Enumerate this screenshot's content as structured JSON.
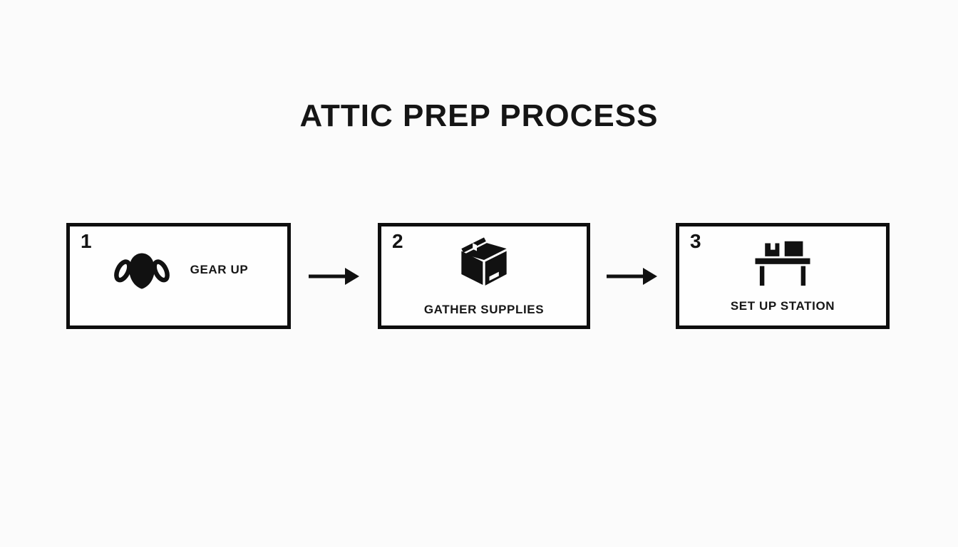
{
  "page": {
    "background_color": "#fbfbfb",
    "ink_color": "#111111"
  },
  "title": "ATTIC PREP PROCESS",
  "steps": [
    {
      "number": "1",
      "label": "GEAR UP",
      "icon": "face-mask-icon"
    },
    {
      "number": "2",
      "label": "GATHER SUPPLIES",
      "icon": "cardboard-box-icon"
    },
    {
      "number": "3",
      "label": "SET UP STATION",
      "icon": "work-table-icon"
    }
  ],
  "connectors": [
    {
      "type": "arrow-right"
    },
    {
      "type": "arrow-right"
    }
  ]
}
